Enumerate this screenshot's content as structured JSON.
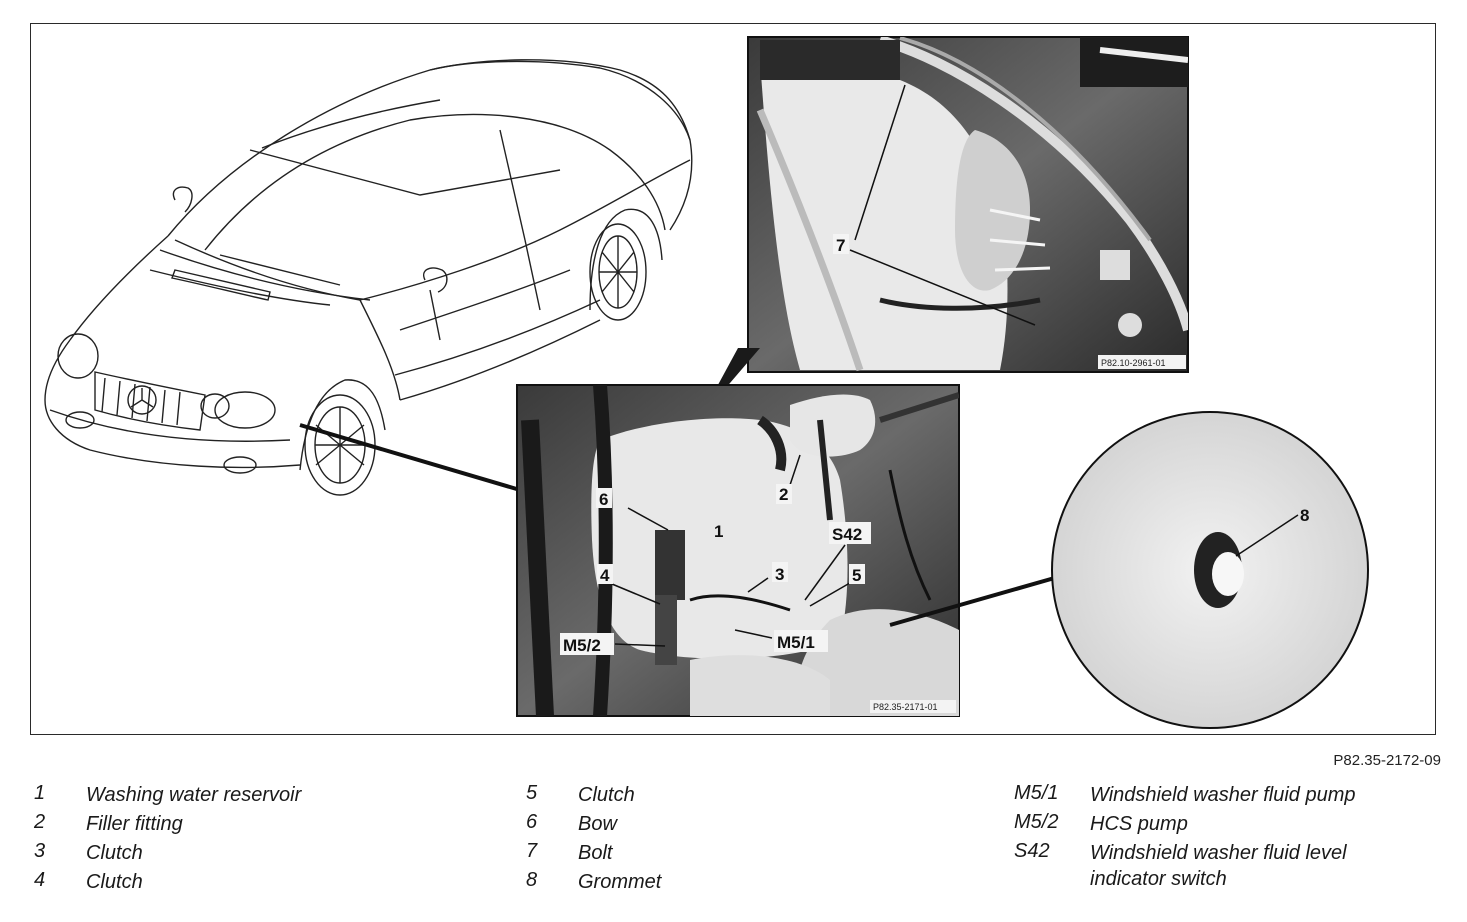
{
  "photo_refs": {
    "top": "P82.10-2961-01",
    "center": "P82.35-2171-01"
  },
  "callouts": {
    "c1": "1",
    "c2": "2",
    "c3": "3",
    "c4": "4",
    "c5": "5",
    "c6": "6",
    "c7": "7",
    "c8": "8",
    "s42": "S42",
    "m51": "M5/1",
    "m52": "M5/2"
  },
  "figure_ref": "P82.35-2172-09",
  "legend": {
    "col1": [
      {
        "key": "1",
        "text": "Washing water reservoir"
      },
      {
        "key": "2",
        "text": "Filler fitting"
      },
      {
        "key": "3",
        "text": "Clutch"
      },
      {
        "key": "4",
        "text": "Clutch"
      }
    ],
    "col2": [
      {
        "key": "5",
        "text": "Clutch"
      },
      {
        "key": "6",
        "text": "Bow"
      },
      {
        "key": "7",
        "text": "Bolt"
      },
      {
        "key": "8",
        "text": "Grommet"
      }
    ],
    "col3": [
      {
        "key": "M5/1",
        "text": "Windshield washer fluid pump"
      },
      {
        "key": "M5/2",
        "text": "HCS pump"
      },
      {
        "key": "S42",
        "text": "Windshield washer fluid level indicator switch"
      }
    ]
  }
}
